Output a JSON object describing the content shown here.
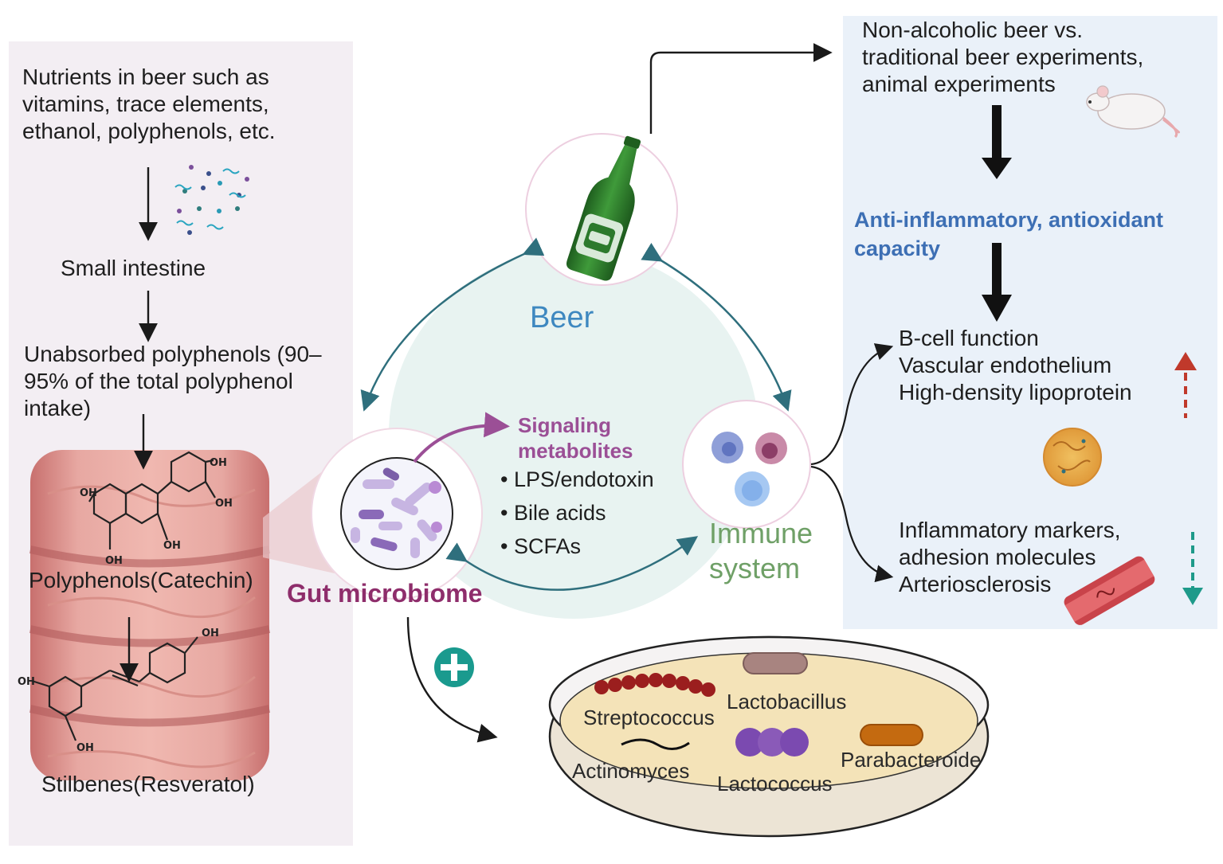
{
  "left_panel": {
    "nutrients": "Nutrients in beer such as\nvitamins, trace elements,\nethanol, polyphenols, etc.",
    "small_intestine": "Small intestine",
    "unabsorbed": "Unabsorbed polyphenols (90–\n95% of the total polyphenol\nintake)",
    "catechin_label": "Polyphenols(Catechin)",
    "stilbenes_label": "Stilbenes(Resveratol)",
    "oh": "OH"
  },
  "center": {
    "beer": "Beer",
    "gut_microbiome": "Gut microbiome",
    "immune_system": "Immune\nsystem",
    "signaling_title": "Signaling\nmetabolites",
    "metabolites": [
      "LPS/endotoxin",
      "Bile acids",
      "SCFAs"
    ],
    "bullet": "•"
  },
  "right_panel": {
    "experiments": "Non-alcoholic beer vs.\ntraditional beer experiments,\nanimal experiments",
    "capacity": "Anti-inflammatory, antioxidant\ncapacity",
    "up_items": "B-cell function\nVascular endothelium\nHigh-density lipoprotein",
    "down_items": "Inflammatory markers,\nadhesion molecules\nArteriosclerosis"
  },
  "petri_dish": {
    "streptococcus": "Streptococcus",
    "lactobacillus": "Lactobacillus",
    "actinomyces": "Actinomyces",
    "lactococcus": "Lactococcus",
    "parabacteroide": "Parabacteroide"
  },
  "colors": {
    "left_panel_bg": "#f3eef3",
    "right_panel_bg": "#eaf1f9",
    "center_circle": "#e8f3f1",
    "teal_arrow": "#2f6f7d",
    "beer_bottle": "#2c7a2c",
    "up_arrow": "#c0392b",
    "down_arrow": "#1e9a8a",
    "plus_icon": "#1a9a8e"
  }
}
